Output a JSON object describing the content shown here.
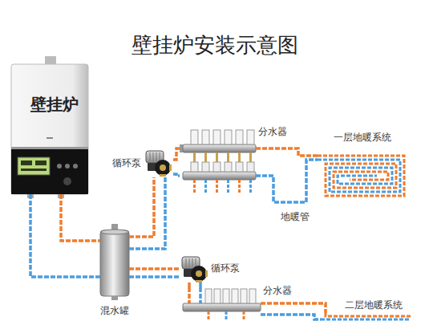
{
  "diagram": {
    "title": "壁挂炉安装示意图",
    "nodes": [
      {
        "text": [
          "壁挂炉"
        ]
      },
      {
        "text": [
          "循环泵"
        ]
      },
      {
        "text": [
          "分水器"
        ]
      },
      {
        "text": [
          "一层地暖系统"
        ]
      },
      {
        "text": [
          "混水罐"
        ]
      },
      {
        "text": [
          "循环泵"
        ]
      },
      {
        "text": [
          "分水器"
        ]
      },
      {
        "text": [
          "二层地暖系统"
        ]
      }
    ],
    "edges": [
      {
        "from": 0,
        "to": 4,
        "arrow": "none"
      },
      {
        "from": 4,
        "to": 1,
        "arrow": "none"
      },
      {
        "from": 1,
        "to": 2,
        "arrow": "none"
      },
      {
        "from": 2,
        "to": 3,
        "arrow": "none"
      },
      {
        "from": 4,
        "to": 5,
        "arrow": "none"
      },
      {
        "from": 5,
        "to": 6,
        "arrow": "none"
      },
      {
        "from": 6,
        "to": 7,
        "arrow": "none"
      }
    ],
    "labels": [
      "地暖管"
    ]
  }
}
